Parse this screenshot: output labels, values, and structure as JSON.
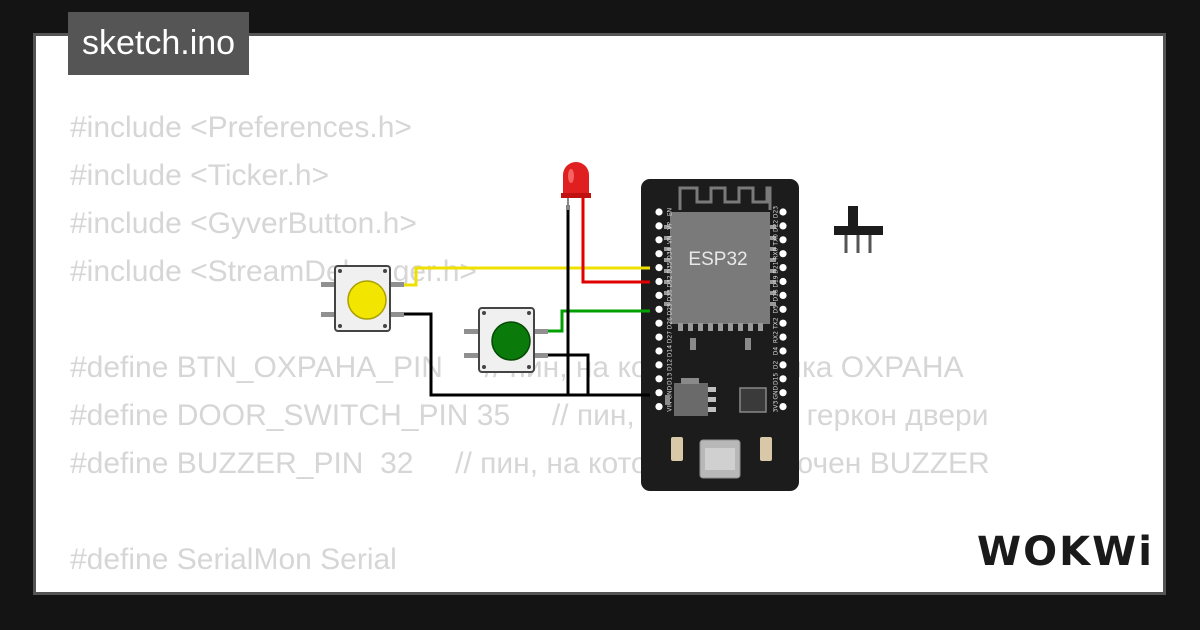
{
  "title": "sketch.ino",
  "code_lines": [
    "#include <Preferences.h>",
    "#include <Ticker.h>",
    "#include <GyverButton.h>",
    "#include <StreamDebugger.h>",
    "",
    "#define BTN_OXPAHA_PIN     // пин, на котором кнопка OXPAHA",
    "#define DOOR_SWITCH_PIN 35     // пин, на котором геркон двери",
    "#define BUZZER_PIN  32     // пин, на котором подключен BUZZER",
    "",
    "#define SerialMon Serial",
    "#define SerialModem Serial2"
  ],
  "board": {
    "label": "ESP32",
    "left_pins": [
      "EN",
      "VP",
      "VN",
      "D34",
      "D35",
      "D32",
      "D33",
      "D25",
      "D26",
      "D27",
      "D14",
      "D12",
      "D13",
      "GND",
      "VIN"
    ],
    "right_pins": [
      "D23",
      "D22",
      "TX0",
      "RX0",
      "D21",
      "D19",
      "D18",
      "D5",
      "TX2",
      "RX2",
      "D4",
      "D2",
      "D15",
      "GND",
      "3V3"
    ]
  },
  "logo_text": "WOKWi",
  "colors": {
    "background": "#141414",
    "card": "#ffffff",
    "badge": "#555555",
    "code_text": "#d6d6d6",
    "board": "#1c1c1c",
    "chip": "#7a7a7a",
    "wire_yellow": "#f0e000",
    "wire_red": "#e00000",
    "wire_green": "#00a000",
    "wire_black": "#000000",
    "led": "#e02020",
    "button_yellow": "#f2e600",
    "button_green": "#0a7a0a"
  }
}
